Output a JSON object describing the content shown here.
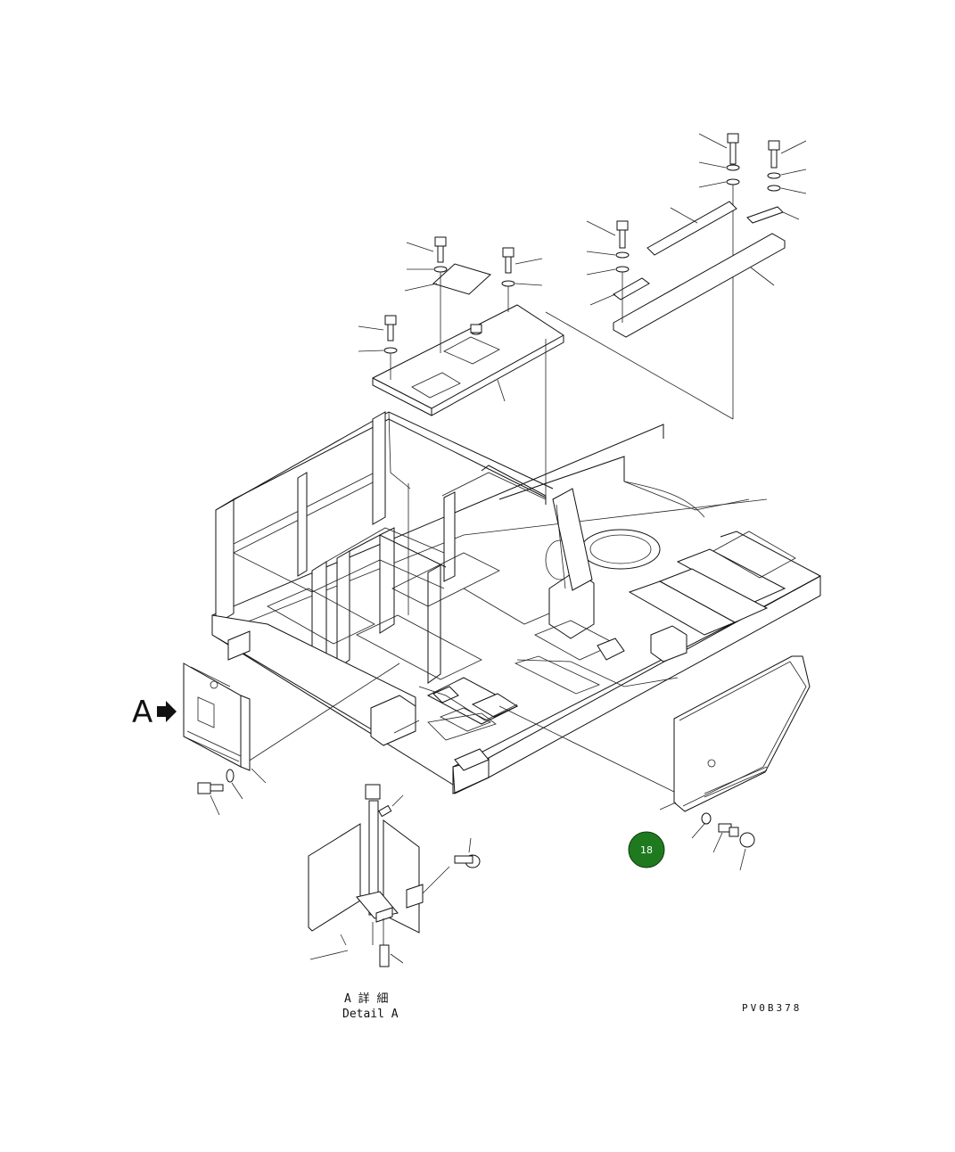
{
  "view_label": "A",
  "detail": {
    "label_jp": "A 詳 細",
    "label_en": "Detail A"
  },
  "drawing_code": "PV0B378",
  "callout": {
    "number": "18",
    "color": "#1f7a1f"
  }
}
